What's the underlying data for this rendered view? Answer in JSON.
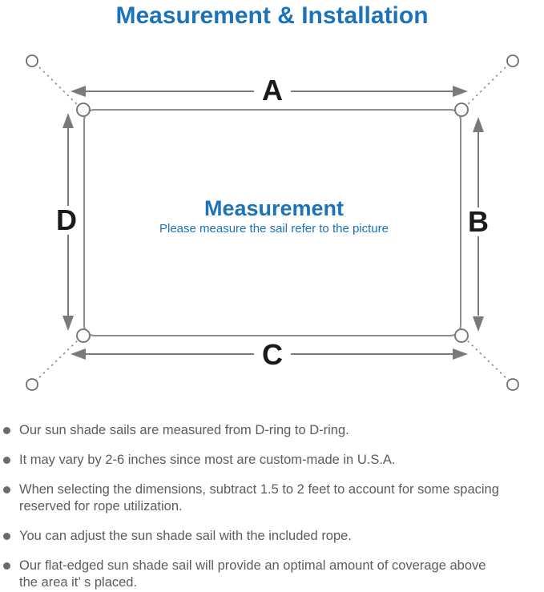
{
  "title": "Measurement & Installation",
  "diagram": {
    "labels": {
      "top": "A",
      "right": "B",
      "bottom": "C",
      "left": "D"
    },
    "center_title": "Measurement",
    "center_subtitle": "Please measure the sail refer to the picture"
  },
  "notes": [
    {
      "lines": [
        "Our sun shade sails are measured from D-ring to D-ring."
      ]
    },
    {
      "lines": [
        "It may vary by 2-6 inches since most are custom-made in U.S.A."
      ]
    },
    {
      "lines": [
        "When selecting the dimensions, subtract 1.5 to 2 feet to account for some spacing",
        "reserved for rope utilization."
      ]
    },
    {
      "lines": [
        "You can adjust the sun shade sail with the included rope."
      ]
    },
    {
      "lines": [
        "Our flat-edged sun shade sail will provide an optimal amount of coverage above",
        "the area it’ s placed."
      ]
    }
  ],
  "colors": {
    "accent_blue": "#1b73ba",
    "arrow_gray": "#7a7a7a",
    "sail_outline_gray": "#8e8e8e",
    "note_text_gray": "#5c5c5c",
    "label_black": "#1a1a1a"
  }
}
